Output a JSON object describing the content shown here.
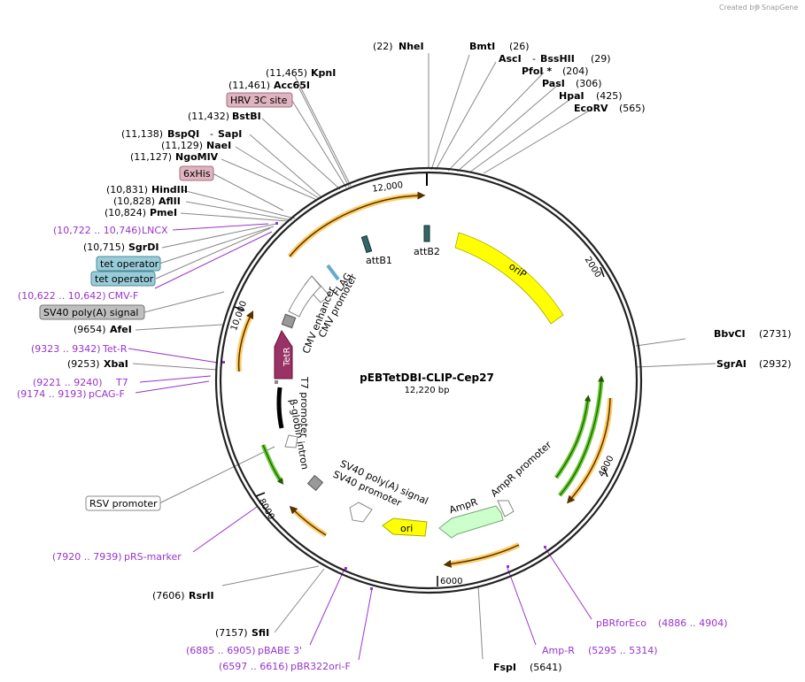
{
  "credit": {
    "prefix": "Created by",
    "brand": "SnapGene"
  },
  "plasmid": {
    "name": "pEBTetDBI-CLIP-Cep27",
    "length": "12,220 bp"
  },
  "ticks": [
    "2000",
    "4000",
    "6000",
    "8000",
    "10,000",
    "12,000"
  ],
  "sites": {
    "nhe": {
      "pos": "(22)",
      "name": "NheI"
    },
    "bmt": {
      "name": "BmtI",
      "pos": "(26)"
    },
    "asc": {
      "name": "AscI",
      "sep": "-",
      "name2": "BssHII",
      "pos": "(29)"
    },
    "pfo": {
      "name": "PfoI *",
      "pos": "(204)"
    },
    "pas": {
      "name": "PasI",
      "pos": "(306)"
    },
    "hpa": {
      "name": "HpaI",
      "pos": "(425)"
    },
    "eco": {
      "name": "EcoRV",
      "pos": "(565)"
    },
    "kpn": {
      "pos": "(11,465)",
      "name": "KpnI"
    },
    "acc": {
      "pos": "(11,461)",
      "name": "Acc65I"
    },
    "hrv": {
      "name": "HRV 3C site"
    },
    "bst": {
      "pos": "(11,432)",
      "name": "BstBI"
    },
    "bsp": {
      "pos": "(11,138)",
      "name": "BspQI",
      "sep": "-",
      "name2": "SapI"
    },
    "nae": {
      "pos": "(11,129)",
      "name": "NaeI"
    },
    "ngo": {
      "pos": "(11,127)",
      "name": "NgoMIV"
    },
    "his": {
      "name": "6xHis"
    },
    "hind": {
      "pos": "(10,831)",
      "name": "HindIII"
    },
    "afl": {
      "pos": "(10,828)",
      "name": "AflII"
    },
    "pme": {
      "pos": "(10,824)",
      "name": "PmeI"
    },
    "lncx": {
      "pos": "(10,722 .. 10,746)",
      "name": "LNCX"
    },
    "sgrd": {
      "pos": "(10,715)",
      "name": "SgrDI"
    },
    "tetop1": {
      "name": "tet operator"
    },
    "tetop2": {
      "name": "tet operator"
    },
    "cmvf": {
      "pos": "(10,622 .. 10,642)",
      "name": "CMV-F"
    },
    "sv40pa": {
      "name": "SV40 poly(A) signal"
    },
    "afe": {
      "pos": "(9654)",
      "name": "AfeI"
    },
    "tetr": {
      "pos": "(9323 .. 9342)",
      "name": "Tet-R"
    },
    "xba": {
      "pos": "(9253)",
      "name": "XbaI"
    },
    "t7": {
      "pos": "(9221 .. 9240)",
      "name": "T7"
    },
    "pcag": {
      "pos": "(9174 .. 9193)",
      "name": "pCAG-F"
    },
    "rsv": {
      "name": "RSV promoter"
    },
    "prs": {
      "pos": "(7920 .. 7939)",
      "name": "pRS-marker"
    },
    "rsr": {
      "pos": "(7606)",
      "name": "RsrII"
    },
    "sfi": {
      "pos": "(7157)",
      "name": "SfiI"
    },
    "pbabe": {
      "pos": "(6885 .. 6905)",
      "name": "pBABE 3'"
    },
    "pbr322": {
      "pos": "(6597 .. 6616)",
      "name": "pBR322ori-F"
    },
    "fsp": {
      "name": "FspI",
      "pos": "(5641)"
    },
    "ampr": {
      "name": "Amp-R",
      "pos": "(5295 .. 5314)"
    },
    "pbrfor": {
      "name": "pBRforEco",
      "pos": "(4886 .. 4904)"
    },
    "bbv": {
      "name": "BbvCI",
      "pos": "(2731)"
    },
    "sgra": {
      "name": "SgrAI",
      "pos": "(2932)"
    }
  },
  "features": {
    "attb1": "attB1",
    "attb2": "attB2",
    "orip": "oriP",
    "flag": "FLAG",
    "cmv_promoter": "CMV promoter",
    "cmv_enhancer": "CMV enhancer",
    "tetr": "TetR",
    "t7_promoter": "T7 promoter",
    "bglobin": "β-globin intron",
    "sv40pa": "SV40 poly(A) signal",
    "sv40prom": "SV40 promoter",
    "ampr": "AmpR",
    "ampr_prom": "AmpR promoter",
    "ori": "ori"
  },
  "colors": {
    "backbone": "#222222",
    "enzyme_line": "#888888",
    "primer": "#9933cc",
    "orip": "#ffff00",
    "tetr": "#993366",
    "ampr": "#ccffcc",
    "primer_arrow": "#ffcc66",
    "green_arrow": "#66cc33",
    "hrv_box": "#dfb3bf",
    "tetop_box": "#99ccd9",
    "sv40_box": "#bfbfbf"
  }
}
